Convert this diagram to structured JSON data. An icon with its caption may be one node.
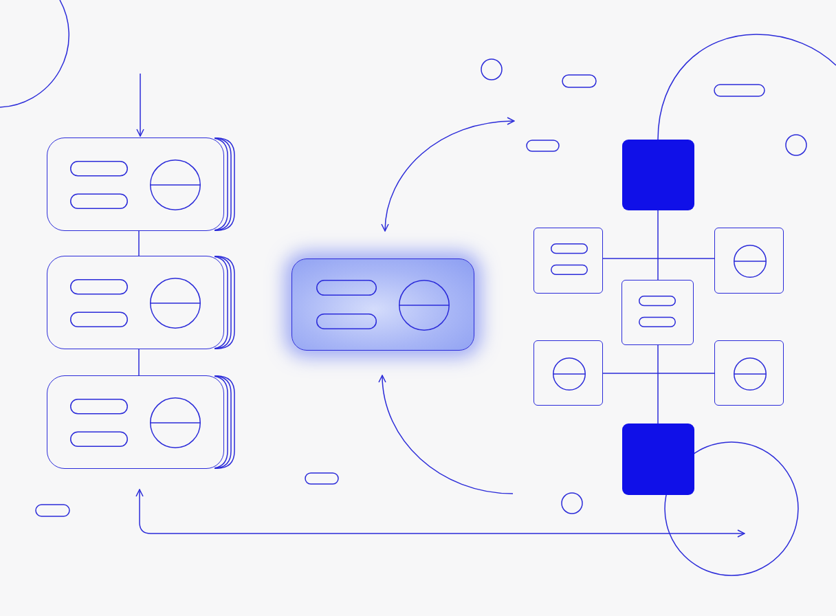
{
  "diagram": {
    "nodes": [
      {
        "text": [],
        "shape": "box"
      },
      {
        "text": [],
        "shape": "box"
      },
      {
        "text": [],
        "shape": "box"
      },
      {
        "text": [],
        "shape": "box"
      },
      {
        "text": [],
        "shape": "square"
      },
      {
        "text": [],
        "shape": "box"
      },
      {
        "text": [],
        "shape": "box"
      },
      {
        "text": [],
        "shape": "box"
      },
      {
        "text": [],
        "shape": "box"
      },
      {
        "text": [],
        "shape": "box"
      },
      {
        "text": [],
        "shape": "square"
      }
    ],
    "edges": [
      {
        "from": null,
        "to": 0,
        "arrow": "to"
      },
      {
        "from": 0,
        "to": 1,
        "arrow": "none"
      },
      {
        "from": 1,
        "to": 2,
        "arrow": "none"
      },
      {
        "from": 2,
        "to": null,
        "arrow": "both"
      },
      {
        "from": 3,
        "to": null,
        "arrow": "both"
      },
      {
        "from": null,
        "to": 3,
        "arrow": "to"
      },
      {
        "from": 4,
        "to": 7,
        "arrow": "none"
      },
      {
        "from": 5,
        "to": 6,
        "arrow": "none"
      },
      {
        "from": 7,
        "to": 10,
        "arrow": "none"
      },
      {
        "from": 8,
        "to": 9,
        "arrow": "none"
      }
    ]
  }
}
